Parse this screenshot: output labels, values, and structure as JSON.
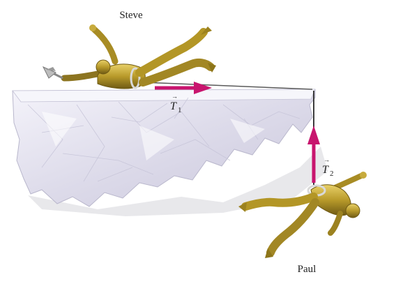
{
  "labels": {
    "top_climber": "Steve",
    "bottom_climber": "Paul",
    "tension_1_symbol": "T",
    "tension_1_subscript": "1",
    "tension_2_symbol": "T",
    "tension_2_subscript": "2"
  },
  "colors": {
    "vector": "#c8156e",
    "climber_body": "#b89a2a",
    "climber_shade": "#7a6418",
    "climber_highlight": "#e6cf63",
    "ice": "#e4e2ef",
    "ice_edge": "#b9b7cc",
    "rope": "#5a5a5a",
    "harness": "#d9d9d9"
  },
  "icons": {
    "ice_axe": "ice-axe-icon"
  }
}
